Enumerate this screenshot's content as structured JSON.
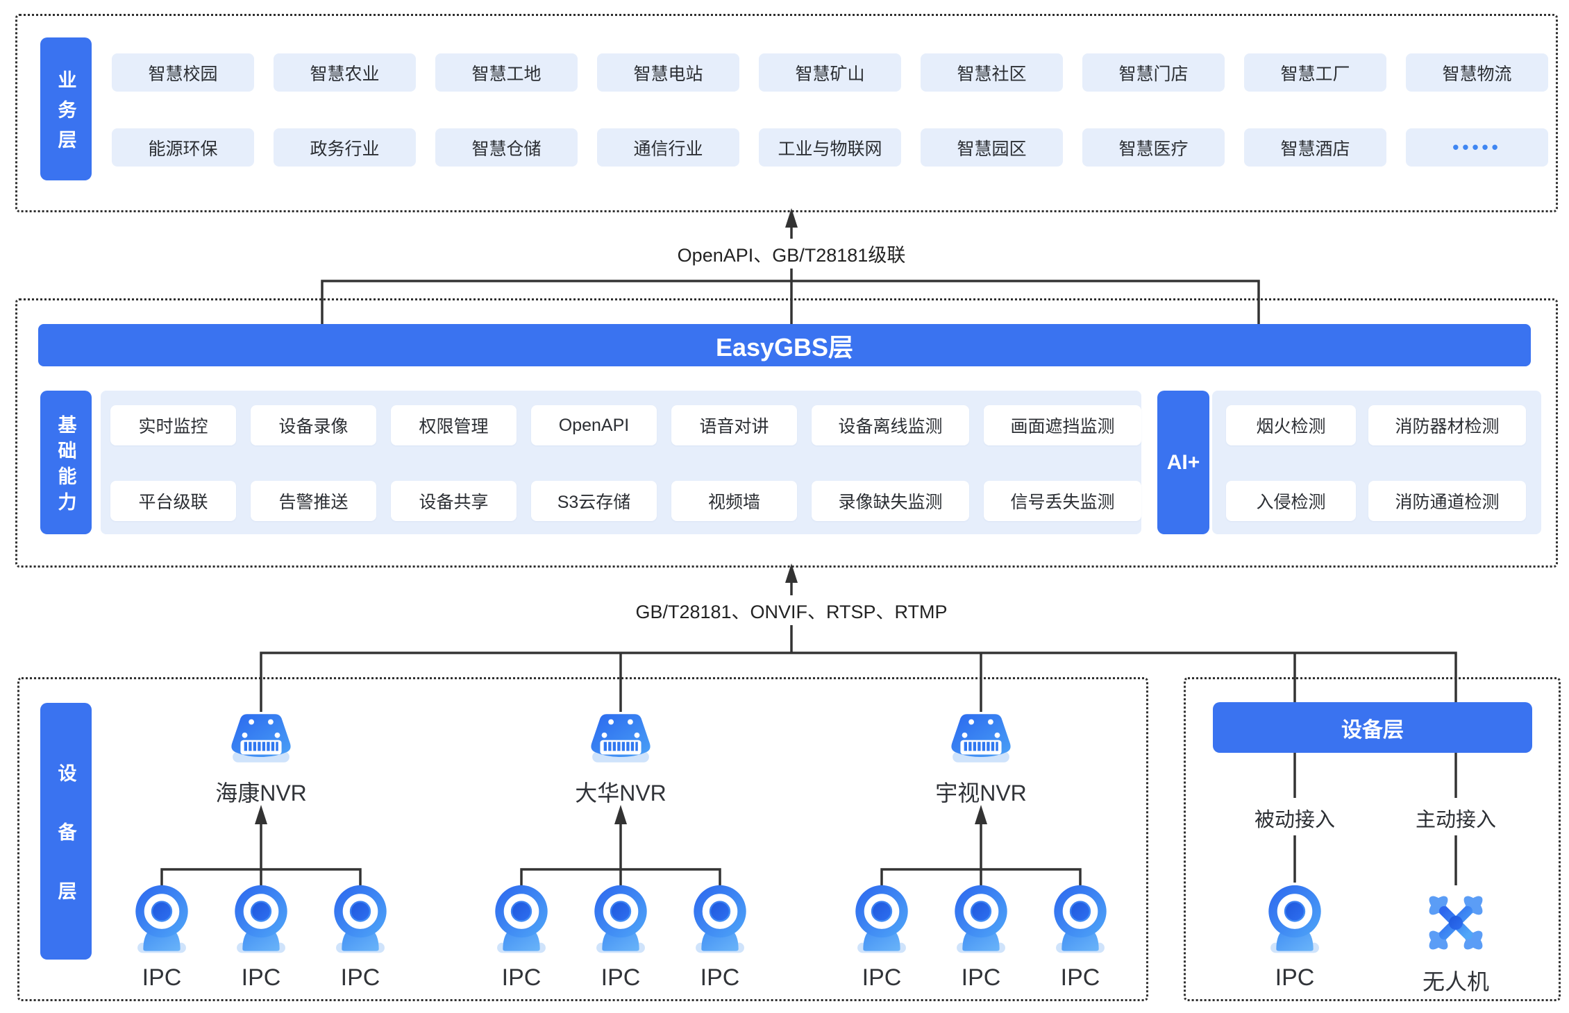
{
  "colors": {
    "primary_blue": "#3a73f0",
    "chip_bg": "#e6eefb",
    "line": "#333333",
    "text": "#2b2e33",
    "dots_blue": "#3f86f2"
  },
  "business_layer": {
    "label": "业务层",
    "row1": [
      "智慧校园",
      "智慧农业",
      "智慧工地",
      "智慧电站",
      "智慧矿山",
      "智慧社区",
      "智慧门店",
      "智慧工厂",
      "智慧物流"
    ],
    "row2": [
      "能源环保",
      "政务行业",
      "智慧仓储",
      "通信行业",
      "工业与物联网",
      "智慧园区",
      "智慧医疗",
      "智慧酒店",
      "•••••"
    ]
  },
  "top_connector": {
    "label": "OpenAPI、GB/T28181级联"
  },
  "easygbs_layer": {
    "title": "EasyGBS层"
  },
  "capability_layer": {
    "label": "基础能力",
    "row1": [
      "实时监控",
      "设备录像",
      "权限管理",
      "OpenAPI",
      "语音对讲",
      "设备离线监测",
      "画面遮挡监测"
    ],
    "row2": [
      "平台级联",
      "告警推送",
      "设备共享",
      "S3云存储",
      "视频墙",
      "录像缺失监测",
      "信号丢失监测"
    ],
    "ai": {
      "label": "AI+",
      "row1": [
        "烟火检测",
        "消防器材检测"
      ],
      "row2": [
        "入侵检测",
        "消防通道检测"
      ]
    }
  },
  "bottom_connector": {
    "label": "GB/T28181、ONVIF、RTSP、RTMP"
  },
  "device_layer": {
    "label": "设备层",
    "nvr_groups": [
      {
        "name": "海康NVR",
        "ipcs": [
          "IPC",
          "IPC",
          "IPC"
        ]
      },
      {
        "name": "大华NVR",
        "ipcs": [
          "IPC",
          "IPC",
          "IPC"
        ]
      },
      {
        "name": "宇视NVR",
        "ipcs": [
          "IPC",
          "IPC",
          "IPC"
        ]
      }
    ]
  },
  "access_panel": {
    "title": "设备层",
    "items": [
      {
        "mode": "被动接入",
        "device": "IPC"
      },
      {
        "mode": "主动接入",
        "device": "无人机"
      }
    ]
  }
}
